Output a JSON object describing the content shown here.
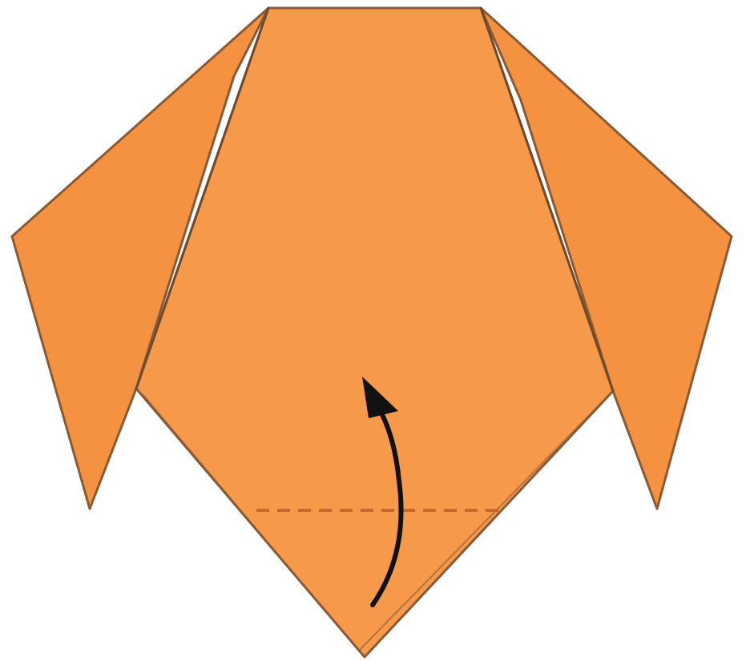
{
  "diagram": {
    "subject": "origami-dog-face-step",
    "colors": {
      "paper": "#F7994A",
      "paper_shade": "#F59242",
      "crease": "#6E4A2E",
      "outline": "#8A5A35",
      "fold_line": "#C8672A",
      "arrow": "#111111",
      "background": "#FFFFFF"
    },
    "icons": [
      "left-ear-flap",
      "right-ear-flap",
      "center-face-panel",
      "chin-fold-dashed-line",
      "fold-up-arrow-icon"
    ]
  }
}
